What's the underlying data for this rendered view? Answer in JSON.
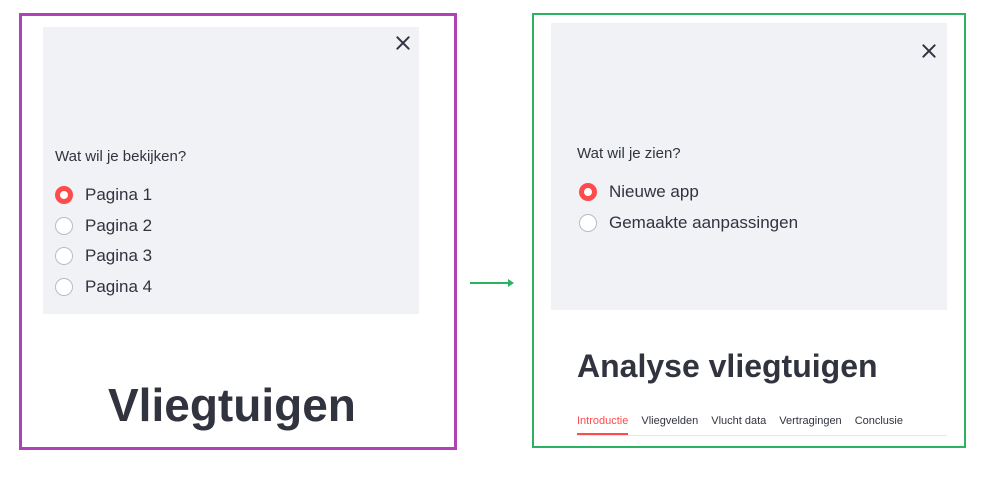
{
  "left_panel": {
    "radio_label": "Wat wil je bekijken?",
    "options": [
      "Pagina 1",
      "Pagina 2",
      "Pagina 3",
      "Pagina 4"
    ],
    "selected": "Pagina 1",
    "title": "Vliegtuigen",
    "frame_color": "#b042b7"
  },
  "right_panel": {
    "radio_label": "Wat wil je zien?",
    "options": [
      "Nieuwe app",
      "Gemaakte aanpassingen"
    ],
    "selected": "Nieuwe app",
    "title": "Analyse vliegtuigen",
    "tabs": [
      "Introductie",
      "Vliegvelden",
      "Vlucht data",
      "Vertragingen",
      "Conclusie"
    ],
    "active_tab": "Introductie",
    "frame_color": "#2ab361"
  },
  "colors": {
    "accent": "#ff4b4b",
    "sidebar_bg": "#f0f2f6",
    "text": "#31333f",
    "arrow": "#2ab361"
  },
  "icons": {
    "close": "close-icon",
    "arrow": "arrow-right-icon"
  }
}
